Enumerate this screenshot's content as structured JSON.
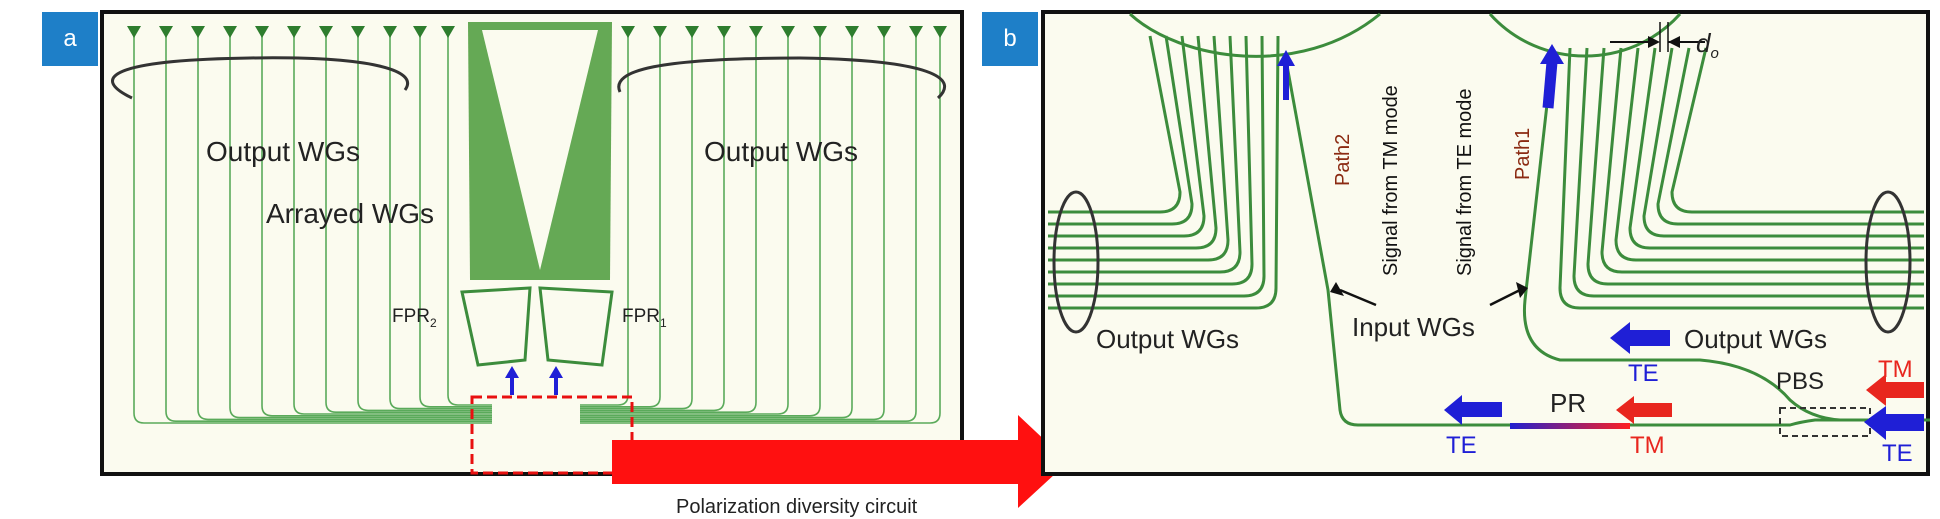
{
  "colors": {
    "badge": "#1e7fc8",
    "waveguide": "#2e8b2e",
    "background": "#fbfbef",
    "te_arrow": "#1f1fd6",
    "tm_arrow": "#e8261e",
    "path_label": "#8b2a12",
    "red_arrow": "#ff1010"
  },
  "panel_a": {
    "badge": "a",
    "output_left": "Output WGs",
    "output_right": "Output WGs",
    "arrayed": "Arrayed WGs",
    "fpr2": "FPR",
    "fpr2_sub": "2",
    "fpr1": "FPR",
    "fpr1_sub": "1",
    "caption": "Polarization diversity circuit"
  },
  "panel_b": {
    "badge": "b",
    "d_label": "d",
    "d_sub": "o",
    "path2": "Path2",
    "path1": "Path1",
    "signal_tm": "Signal from TM mode",
    "signal_te": "Signal from TE mode",
    "output_left": "Output WGs",
    "input": "Input WGs",
    "output_right": "Output WGs",
    "te_upper": "TE",
    "pr": "PR",
    "pbs": "PBS",
    "tm_right_top": "TM",
    "te_left_bottom": "TE",
    "tm_mid_bottom": "TM",
    "te_right_bottom": "TE"
  }
}
